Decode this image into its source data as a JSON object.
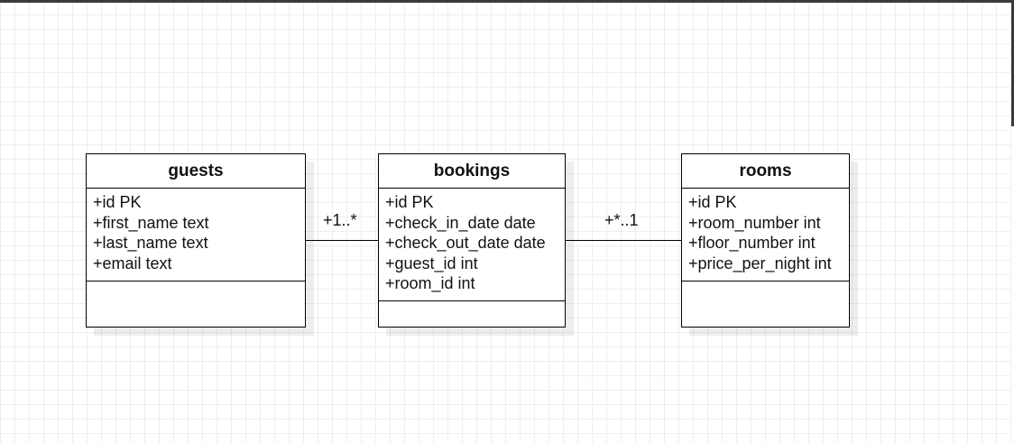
{
  "entities": {
    "guests": {
      "title": "guests",
      "attributes": [
        "+id PK",
        "+first_name text",
        "+last_name text",
        "+email text"
      ]
    },
    "bookings": {
      "title": "bookings",
      "attributes": [
        "+id PK",
        "+check_in_date date",
        "+check_out_date date",
        "+guest_id int",
        "+room_id int"
      ]
    },
    "rooms": {
      "title": "rooms",
      "attributes": [
        "+id PK",
        "+room_number int",
        "+floor_number int",
        "+price_per_night int"
      ]
    }
  },
  "relations": {
    "guests_bookings": {
      "label": "+1..*"
    },
    "bookings_rooms": {
      "label": "+*..1"
    }
  }
}
